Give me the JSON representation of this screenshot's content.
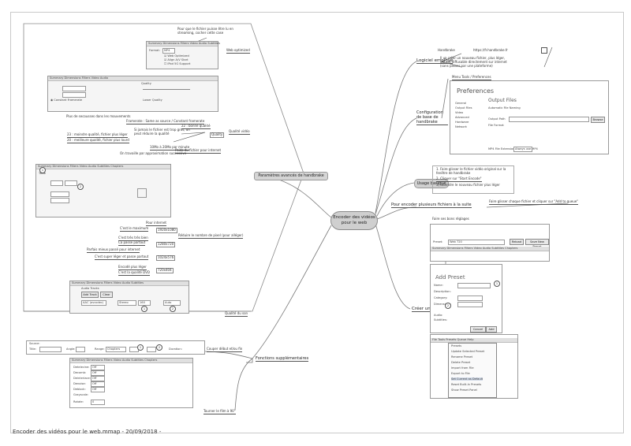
{
  "footer": "Encoder des vidéos pour le web.mmap - 20/09/2018 -",
  "center": {
    "line1": "Encoder des vidéos",
    "line2": "pour le web"
  },
  "branches": {
    "advanced": "Paramètres avancés de handbrake",
    "software": "Logiciel employé",
    "config": "Configuration de base de handbrake",
    "usage": "Usage basique",
    "multi": "Pour encoder plusieurs fichiers à la suite",
    "multi_note": "Faire glisser chaque fichier et cliquer sur \"Add to queue\"",
    "preset": "Créer un Preset",
    "extra": "Fonctions supplémentaires"
  },
  "software": {
    "handbrake": "Handbrake",
    "url": "https://fr.handbrake.fr",
    "desc1": "Il va créer un nouveau fichier, plus léger,",
    "desc2": "qui est diffusable directement sur internet",
    "desc3": "(sans passer par une plateforme)"
  },
  "config": {
    "menu": "Menu Tools / Preferences",
    "pref_title": "Preferences",
    "output_files": "Output Files",
    "automatic": "Automatic File Naming",
    "output_path": "Output Path",
    "file_format": "File Format",
    "browse": "Browse",
    "side_items": [
      "General",
      "Output Files",
      "Video",
      "Advanced",
      "Hardware",
      "Network"
    ],
    "mp4": "MP4 File Extension:",
    "always": "Always use MP4"
  },
  "usage": {
    "step1": "1. Faire glisser le fichier vidéo original sur la fenêtre de handbrake",
    "step2": "2. Cliquer sur \"Start Encode\"",
    "step3": "3) attendre le nouveau fichier plus léger"
  },
  "advanced": {
    "web_optimized_note1": "Pour que le fichier puisse être lu en",
    "web_optimized_note2": "streaming, cocher cette case",
    "web_optimized": "Web optimized",
    "tabs": [
      "Summary",
      "Dimensions",
      "Filters",
      "Video",
      "Audio",
      "Subtitles",
      "Chapters"
    ],
    "format_label": "Format:",
    "format_value": "MP4",
    "checkboxes": [
      "Web Optimized",
      "Align A/V Start",
      "iPod 5G Support"
    ],
    "quality_note1": "Plus de secousses dans les mouvements",
    "quality_note2": "Framerate : Same as source / Constant framerate",
    "quality_video": "Qualité vidéo",
    "rf22": "22 : bonne qualité",
    "rf_high": "Si jamais le fichier est trop gros, on peut réduire la qualité",
    "rf23": "23 : moindre qualité, fichier plus léger",
    "rf20": "20 : meilleure qualité, fichier plus lourd",
    "quality_label": "Quality",
    "bitrate": "10Mo à 20Mo par minute",
    "bitrate_note": "Poids du fichier pour internet",
    "approx": "On travaille par approximation successive",
    "dims_title": "Taille",
    "reduce": "Réduire le nombre de pixel (pour alléger)",
    "sizes": [
      {
        "label": "Pour internet",
        "value": ""
      },
      {
        "label": "C'est le maximum",
        "value": "1920x1080"
      },
      {
        "label": "C'est très très bien",
        "value": ""
      },
      {
        "label": "Ca passe partout",
        "value": "1280x720"
      },
      {
        "label": "Parfais mieux passé pour internet",
        "value": ""
      },
      {
        "label": "C'est super léger et passe partout",
        "value": "1024x576"
      },
      {
        "label": "Encodé plus léger",
        "value": ""
      },
      {
        "label": "C'est la qualité DVD",
        "value": "720x404"
      }
    ],
    "audio_quality": "Qualité du son",
    "audio_tracks": "Audio Tracks",
    "add_track": "Add Track",
    "clear": "Clear",
    "codec": "AAC (avcodec)",
    "mixdown": "Stereo",
    "bitrate_audio": "160",
    "samplerate": "Auto"
  },
  "extra": {
    "source": "Source:",
    "title": "Title:",
    "angle": "Angle:",
    "range": "Range:",
    "duration": "Duration:",
    "chapters": "Chapters",
    "cut_note": "Couper début et/ou fin",
    "rotate_note": "Tourner le film à 90°",
    "filter_rows": [
      "Detelecine:",
      "Decomb:",
      "Deinterlace:",
      "Denoise:",
      "Deblock:",
      "Grayscale:",
      "Rotate:"
    ],
    "filter_values": [
      "Off",
      "Off",
      "Off",
      "Off",
      "Off",
      "",
      "0"
    ]
  },
  "preset": {
    "note": "Faire ses bons réglages",
    "preset_label": "Preset:",
    "preset_value": "Web 720",
    "reload": "Reload",
    "save_new": "Save New Preset",
    "add_title": "Add Preset",
    "name": "Name:",
    "description": "Description:",
    "category": "Category:",
    "dimensions": "Dimensions:",
    "audio": "Audio:",
    "subtitles": "Subtitles:",
    "cancel": "Cancel",
    "add": "Add",
    "menu_bar": [
      "File",
      "Tools",
      "Presets",
      "Queue",
      "Help"
    ],
    "dropdown": [
      "Presets",
      "Update Selected Preset",
      "Rename Preset",
      "Delete Preset",
      "Import from File",
      "Export to File",
      "Set Current as Default",
      "Reset Built-In Presets",
      "Show Preset Panel"
    ]
  }
}
